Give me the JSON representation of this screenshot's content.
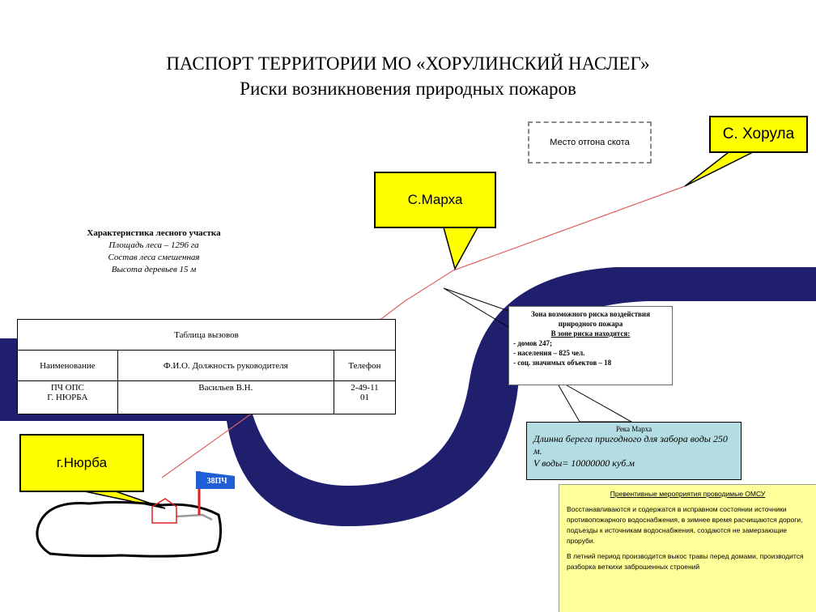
{
  "title": "ПАСПОРТ ТЕРРИТОРИИ МО «ХОРУЛИНСКИЙ НАСЛЕГ»",
  "subtitle": "Риски возникновения природных пожаров",
  "cattle_place": "Место отгона скота",
  "villages": {
    "khorula": "С. Хорула",
    "markha": "С.Марха",
    "nyurba": "г.Нюрба"
  },
  "forest": {
    "heading": "Характеристика лесного участка",
    "area": "Площадь леса –   1296   га",
    "composition": "Состав леса смешенная",
    "height": "Высота деревьев 15 м"
  },
  "calls_table": {
    "caption": "Таблица вызовов",
    "headers": [
      "Наименование",
      "Ф.И.О. Должность руководителя",
      "Телефон"
    ],
    "rows": [
      [
        "ПЧ ОПС\nГ. НЮРБА",
        "Васильев В.Н.",
        "2-49-11\n01"
      ]
    ]
  },
  "zone": {
    "title": "Зона возможного риска  воздействия природного пожара",
    "subtitle": "В зоне риска находятся:",
    "items": [
      "- домов 247;",
      "- населения – 825 чел.",
      "- соц. значимых объектов – 18"
    ]
  },
  "river": {
    "name": "Река Марха",
    "line1": "Длинна берега пригодного для забора воды  250 м.",
    "line2": "V воды= 10000000 куб.м"
  },
  "preventive": {
    "heading": "Превентивные мероприятия проводимые ОМСУ",
    "p1": "Восстанавливаются и содержатся в исправном состоянии источники противопожарного водоснабжения, в зимнее время расчищаются дороги, подъезды к источникам водоснабжения, создаются не замерзающие проруби.",
    "p2": "В летний период производится выкос травы перед домами, производится разборка веткихи заброшенных строений"
  },
  "flag_label": "38ПЧ",
  "colors": {
    "river": "#1f1f6e",
    "callout": "#ffff00",
    "route": "#e06060",
    "river_info": "#b4dde3",
    "preventive": "#ffff99",
    "flag": "#1e5fd6"
  }
}
